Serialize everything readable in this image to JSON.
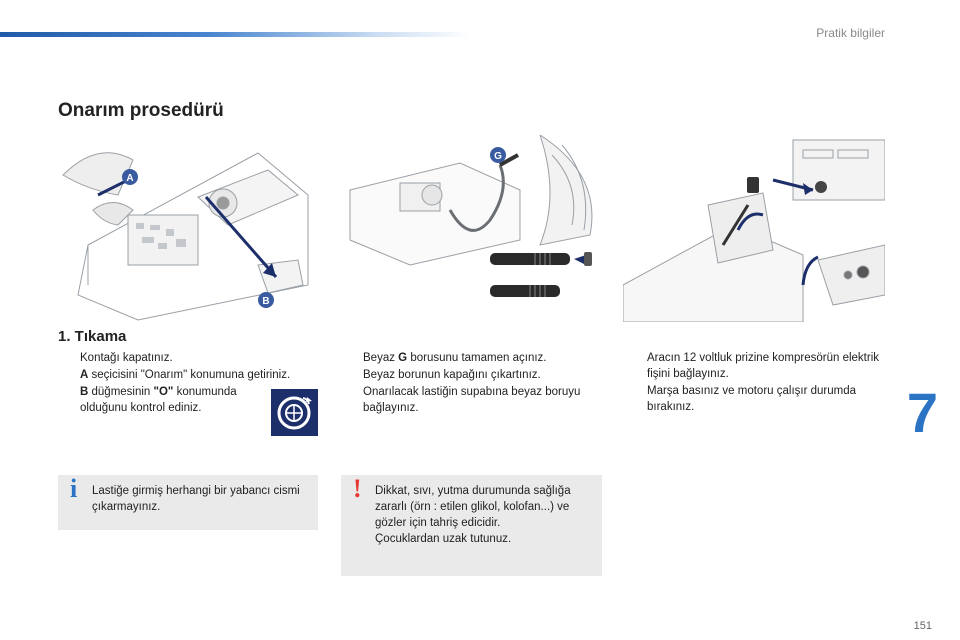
{
  "header": {
    "section": "Pratik bilgiler"
  },
  "page": {
    "title": "Onarım prosedürü",
    "chapter": "7",
    "number": "151"
  },
  "illustrations": {
    "left": {
      "label_a": "A",
      "label_b": "B"
    },
    "middle": {
      "label_g": "G"
    }
  },
  "step1": {
    "title": "1. Tıkama"
  },
  "col1": {
    "items": [
      {
        "plain": "Kontağı kapatınız."
      },
      {
        "bold": "A",
        "text": " seçicisini \"Onarım\" konumuna getiriniz."
      },
      {
        "bold": "B",
        "text": " düğmesinin ",
        "bold2": "\"O\"",
        "text2": " konumunda olduğunu kontrol ediniz."
      }
    ]
  },
  "col2": {
    "items": [
      {
        "pre": "Beyaz ",
        "bold": "G",
        "post": " borusunu tamamen açınız."
      },
      {
        "plain": "Beyaz borunun kapağını çıkartınız."
      },
      {
        "plain": "Onarılacak lastiğin supabına beyaz boruyu bağlayınız."
      }
    ]
  },
  "col3": {
    "items": [
      {
        "plain": "Aracın 12 voltluk prizine kompresörün elektrik fişini bağlayınız."
      },
      {
        "plain": "Marşa basınız ve motoru çalışır durumda bırakınız."
      }
    ]
  },
  "bullet_glyph": "",
  "info_note": {
    "glyph": "i",
    "text": "Lastiğe girmiş herhangi bir yabancı cismi çıkarmayınız."
  },
  "warning_note": {
    "glyph": "!",
    "text": "Dikkat, sıvı, yutma durumunda sağlığa zararlı (örn : etilen glikol, kolofan...) ve gözler için tahriş edicidir.",
    "text2": "Çocuklardan uzak tutunuz."
  },
  "colors": {
    "accent_blue": "#2b73c4",
    "navy": "#1d2f6b",
    "warning_red": "#e53935",
    "note_bg": "#eaeaea"
  }
}
